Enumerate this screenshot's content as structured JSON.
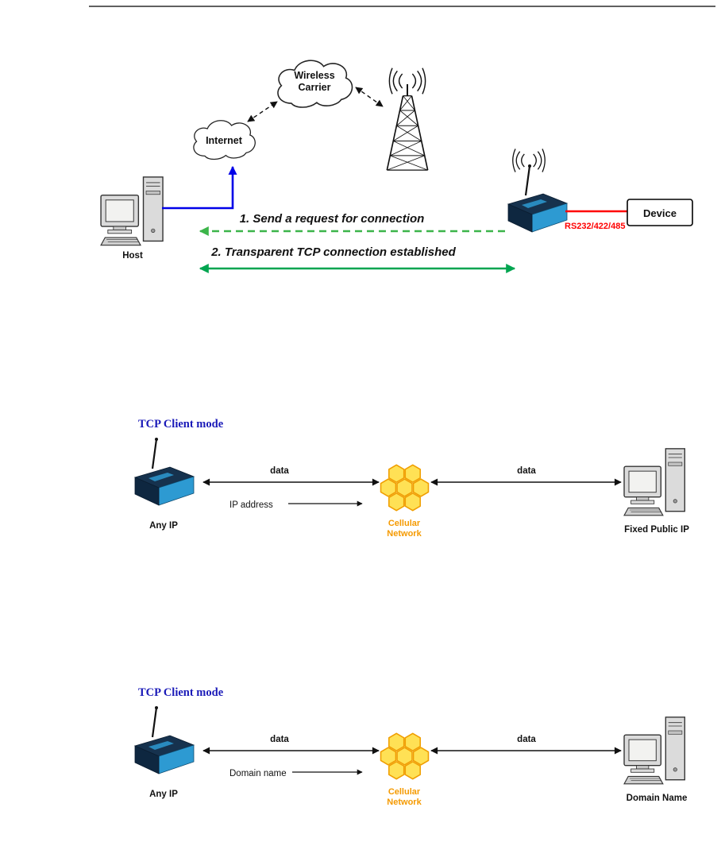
{
  "page": {
    "background": "#ffffff"
  },
  "colors": {
    "link_blue": "#0000E8",
    "green_dashed": "#3CB54A",
    "green_solid": "#00A550",
    "red": "#FF0000",
    "orange": "#F59A00",
    "title_blue": "#1A1AB8",
    "device_top": "#16324E",
    "device_front": "#2D9AD2",
    "honeycomb_fill": "#FFE155",
    "honeycomb_stroke": "#F09E00"
  },
  "icons": {
    "cloud-icon": "cloud-outline",
    "cell-tower-icon": "lattice-radio-tower",
    "signal-waves-icon": "radio-signal-arcs",
    "host-computer-icon": "desktop-computer-with-tower",
    "oncell-device-icon": "cellular-serial-modem",
    "cellular-network-icon": "honeycomb-cells"
  },
  "topology": {
    "wireless_carrier_line1": "Wireless",
    "wireless_carrier_line2": "Carrier",
    "internet_label": "Internet",
    "host_label": "Host",
    "step1_label": "1. Send a request for connection",
    "step2_label": "2. Transparent TCP connection established",
    "serial_label": "RS232/422/485",
    "device_box_label": "Device"
  },
  "tcp_client_fixed_ip": {
    "title": "TCP Client mode",
    "device_label": "Any IP",
    "data_left": "data",
    "data_right": "data",
    "address_label": "IP address",
    "network_line1": "Cellular",
    "network_line2": "Network",
    "host_label": "Fixed Public IP"
  },
  "tcp_client_domain": {
    "title": "TCP Client mode",
    "device_label": "Any IP",
    "data_left": "data",
    "data_right": "data",
    "address_label": "Domain name",
    "network_line1": "Cellular",
    "network_line2": "Network",
    "host_label": "Domain Name"
  }
}
